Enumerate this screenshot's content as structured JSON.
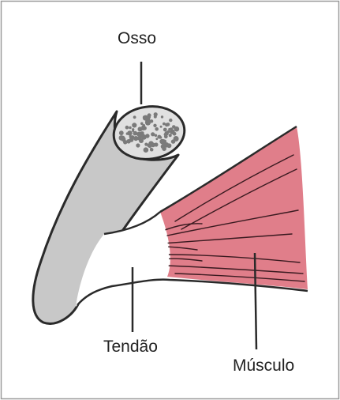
{
  "labels": {
    "bone": "Osso",
    "tendon": "Tendão",
    "muscle": "Músculo"
  },
  "colors": {
    "bone_shaft": "#c8c8c8",
    "bone_end": "#e0e0e0",
    "bone_pores": "#7a7a7a",
    "tendon": "#ffffff",
    "muscle": "#e07e8a",
    "muscle_fibers": "#3a1a20",
    "outline": "#2a2a2a",
    "frame": "#9a9a9a"
  }
}
